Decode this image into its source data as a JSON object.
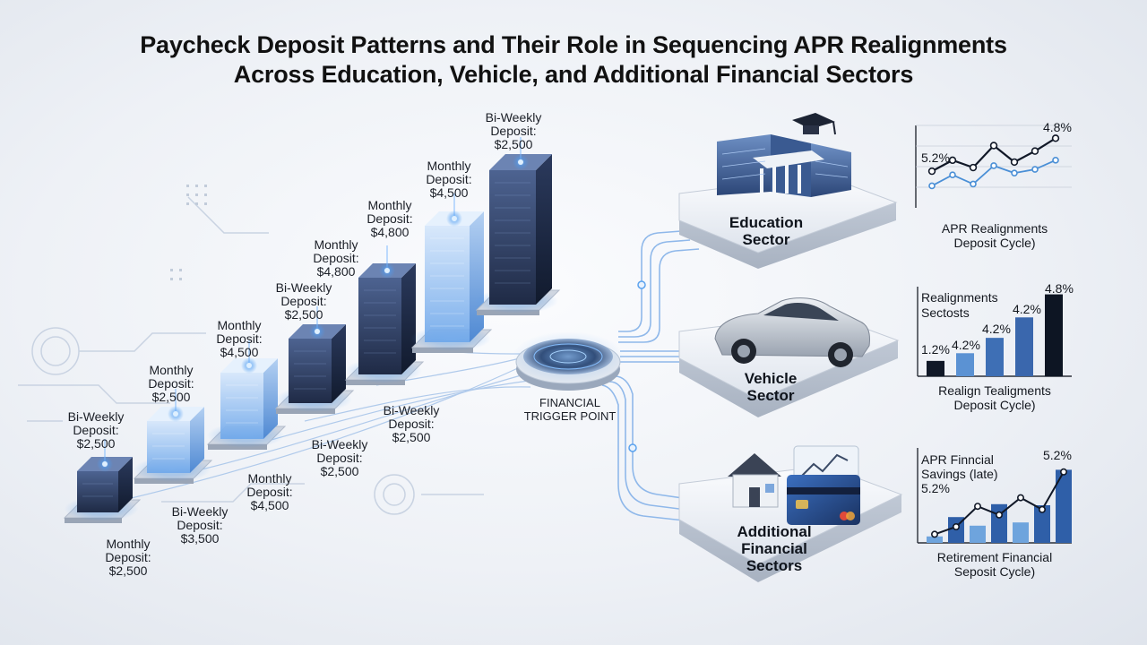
{
  "title": {
    "line1": "Paycheck Deposit Patterns and Their Role in Sequencing APR Realignments",
    "line2": "Across Education, Vehicle, and Additional Financial Sectors"
  },
  "deposits": [
    {
      "l1": "Bi-Weekly",
      "l2": "Deposit:",
      "l3": "$2,500"
    },
    {
      "l1": "Monthly",
      "l2": "Deposit:",
      "l3": "$2,500"
    },
    {
      "l1": "Monthly",
      "l2": "Deposit:",
      "l3": "$4,500"
    },
    {
      "l1": "Bi-Weekly",
      "l2": "Deposit:",
      "l3": "$2,500"
    },
    {
      "l1": "Monthly",
      "l2": "Deposit:",
      "l3": "$4,800"
    },
    {
      "l1": "Monthly",
      "l2": "Deposit:",
      "l3": "$4,800"
    },
    {
      "l1": "Monthly",
      "l2": "Deposit:",
      "l3": "$4,500"
    },
    {
      "l1": "Bi-Weekly",
      "l2": "Deposit:",
      "l3": "$2,500"
    }
  ],
  "lower_deposits": [
    {
      "l1": "Monthly",
      "l2": "Deposit:",
      "l3": "$2,500"
    },
    {
      "l1": "Bi-Weekly",
      "l2": "Deposit:",
      "l3": "$3,500"
    },
    {
      "l1": "Monthly",
      "l2": "Deposit:",
      "l3": "$4,500"
    },
    {
      "l1": "Bi-Weekly",
      "l2": "Deposit:",
      "l3": "$2,500"
    },
    {
      "l1": "Bi-Weekly",
      "l2": "Deposit:",
      "l3": "$2,500"
    }
  ],
  "trigger": {
    "l1": "Financial",
    "l2": "Trigger Point"
  },
  "sectors": {
    "education": {
      "l1": "Education",
      "l2": "Sector"
    },
    "vehicle": {
      "l1": "Vehicle",
      "l2": "Sector"
    },
    "additional": {
      "l1": "Additional",
      "l2": "Financial",
      "l3": "Sectors"
    }
  },
  "charts": {
    "education": {
      "label_left": "5.2%",
      "label_right": "4.8%",
      "caption1": "APR Realignments",
      "caption2": "Deposit Cycle)"
    },
    "vehicle": {
      "title1": "Realignments",
      "title2": "Sectosts",
      "bar_labels": [
        "1.2%",
        "4.2%",
        "4.2%",
        "4.2%",
        "4.8%"
      ],
      "caption1": "Realign Tealigments",
      "caption2": "Deposit Cycle)"
    },
    "additional": {
      "title1": "APR Finncial",
      "title2": "Savings (late)",
      "title3": "5.2%",
      "label_right": "5.2%",
      "caption1": "Retirement Financial",
      "caption2": "Seposit Cycle)"
    }
  },
  "chart_data": [
    {
      "type": "line",
      "x": [
        1,
        2,
        3,
        4,
        5,
        6,
        7
      ],
      "series": [
        {
          "values": [
            2.0,
            2.6,
            2.2,
            3.4,
            2.5,
            3.1,
            3.8
          ]
        },
        {
          "values": [
            1.2,
            1.8,
            1.3,
            2.3,
            1.9,
            2.1,
            2.6
          ]
        }
      ],
      "ylim": [
        0,
        4.5
      ],
      "grid": true,
      "colors": [
        "#111827",
        "#4a8fd6"
      ]
    },
    {
      "type": "bar",
      "categories": [
        "1",
        "2",
        "3",
        "4",
        "5"
      ],
      "values": [
        1.2,
        1.8,
        3.0,
        4.6,
        6.4
      ],
      "ylim": [
        0,
        7
      ],
      "colors": [
        "#101827",
        "#5b92d3",
        "#3e6fb5",
        "#3a67ad",
        "#0d1523"
      ]
    },
    {
      "type": "bar",
      "categories": [
        "1",
        "2",
        "3",
        "4",
        "5",
        "6",
        "7"
      ],
      "values": [
        0.6,
        2.4,
        1.6,
        3.6,
        1.9,
        3.5,
        6.8
      ],
      "ylim": [
        0,
        8
      ],
      "colors": [
        "#6ea4dd",
        "#2f5fa8",
        "#6ea4dd",
        "#2f5fa8",
        "#6ea4dd",
        "#2f5fa8",
        "#2f5fa8"
      ],
      "line": [
        0.8,
        1.5,
        3.4,
        2.6,
        4.2,
        3.1,
        6.6
      ]
    }
  ],
  "palette": {
    "accent": "#3f8ef0",
    "dark_bar": "#2b3a5c",
    "glass": "#b9d6f5",
    "platform": "#e9edf3"
  }
}
